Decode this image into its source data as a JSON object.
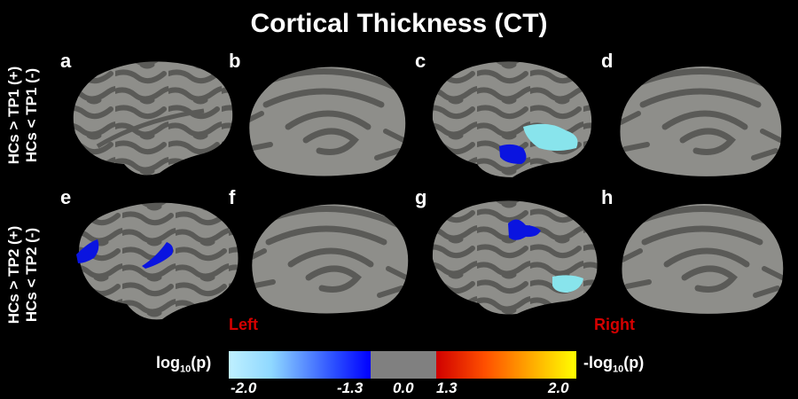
{
  "title": "Cortical Thickness (CT)",
  "row_labels": [
    {
      "line1": "HCs > TP1 (+)",
      "line2": "HCs < TP1 (-)"
    },
    {
      "line1": "HCs > TP2 (+)",
      "line2": "HCs < TP2 (-)"
    }
  ],
  "panels": [
    "a",
    "b",
    "c",
    "d",
    "e",
    "f",
    "g",
    "h"
  ],
  "hemispheres": {
    "left": "Left",
    "right": "Right"
  },
  "colorbar": {
    "left_label_main": "log",
    "left_label_sub": "10",
    "left_label_tail": "(p)",
    "right_label_main": "-log",
    "right_label_sub": "10",
    "right_label_tail": "(p)",
    "ticks": [
      "-2.0",
      "-1.3",
      "0.0",
      "1.3",
      "2.0"
    ],
    "colors": {
      "neg_light": "#bff0ff",
      "neg_dark": "#0000ff",
      "neutral": "#808080",
      "pos_low": "#d00000",
      "pos_high": "#ffff00"
    }
  },
  "colors": {
    "background": "#000000",
    "brain_light": "#8e8e8a",
    "brain_dark": "#5a5a57",
    "cluster_dark_blue": "#0a14e0",
    "cluster_light_blue": "#88e4ec",
    "hemisphere_label": "#d40000"
  }
}
